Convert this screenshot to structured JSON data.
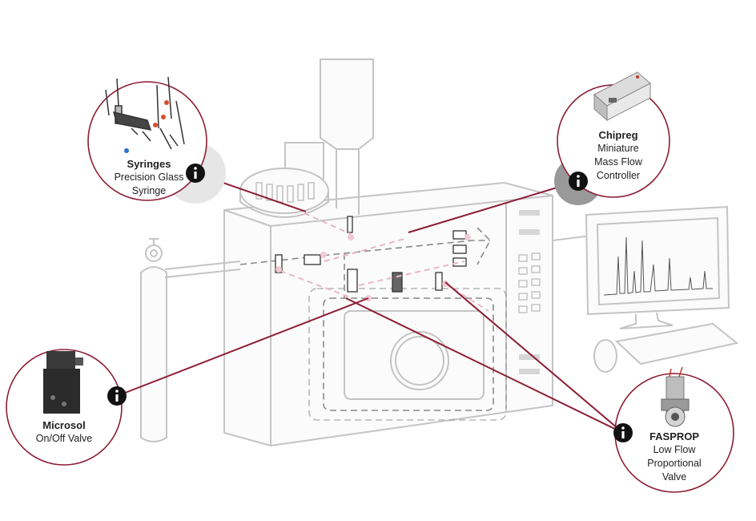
{
  "colors": {
    "accent": "#8c1d35",
    "line_gray": "#c4c4c4",
    "dash_gray": "#8a8a8a",
    "info_dark": "#111111"
  },
  "callouts": [
    {
      "id": "syringes",
      "title": "Syringes",
      "lines": [
        "Precision Glass",
        "Syringe"
      ]
    },
    {
      "id": "chipreg",
      "title": "Chipreg",
      "lines": [
        "Miniature",
        "Mass Flow",
        "Controller"
      ]
    },
    {
      "id": "microsol",
      "title": "Microsol",
      "lines": [
        "On/Off Valve"
      ]
    },
    {
      "id": "fasprop",
      "title": "FASPROP",
      "lines": [
        "Low Flow",
        "Proportional",
        "Valve"
      ]
    }
  ],
  "icons": {
    "info": "info-icon"
  }
}
